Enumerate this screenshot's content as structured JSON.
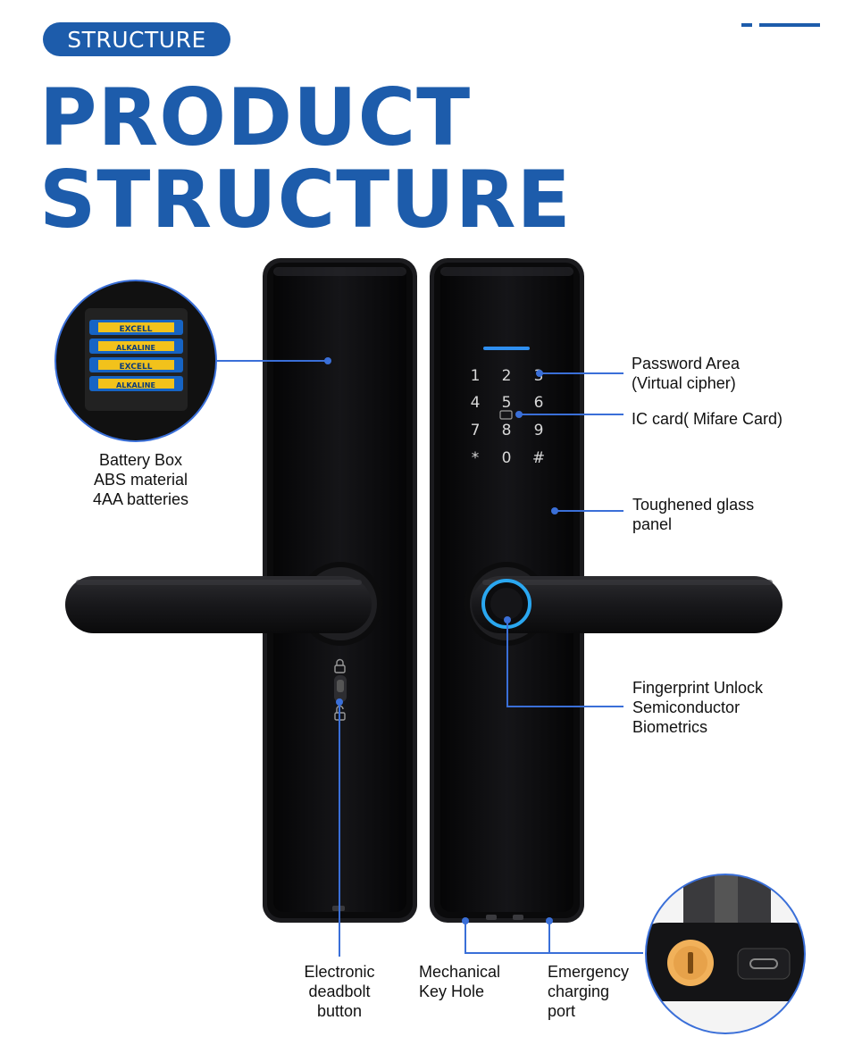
{
  "header": {
    "badge": "STRUCTURE",
    "title_line1": "PRODUCT",
    "title_line2": "STRUCTURE"
  },
  "keypad": {
    "keys": [
      "1",
      "2",
      "3",
      "4",
      "5",
      "6",
      "7",
      "8",
      "9",
      "*",
      "0",
      "#"
    ]
  },
  "battery_label": "EXCELL",
  "battery_sublabel": "ALKALINE",
  "callouts": {
    "battery_box": [
      "Battery Box",
      "ABS material",
      "4AA batteries"
    ],
    "password_area": [
      "Password Area",
      "(Virtual cipher)"
    ],
    "ic_card": "IC card( Mifare Card)",
    "toughened_glass": [
      "Toughened glass",
      "panel"
    ],
    "fingerprint": [
      "Fingerprint Unlock",
      "Semiconductor",
      "Biometrics"
    ],
    "deadbolt": [
      "Electronic",
      "deadbolt",
      "button"
    ],
    "key_hole": [
      "Mechanical",
      "Key Hole"
    ],
    "charging": [
      "Emergency",
      "charging",
      "port"
    ]
  },
  "colors": {
    "brand_blue": "#1d5cab",
    "leader_line": "#3a6fd8",
    "lock_body": "#0b0b0d",
    "fingerprint_ring": "#2aa7f0",
    "key_cylinder": "#f1b15a"
  }
}
